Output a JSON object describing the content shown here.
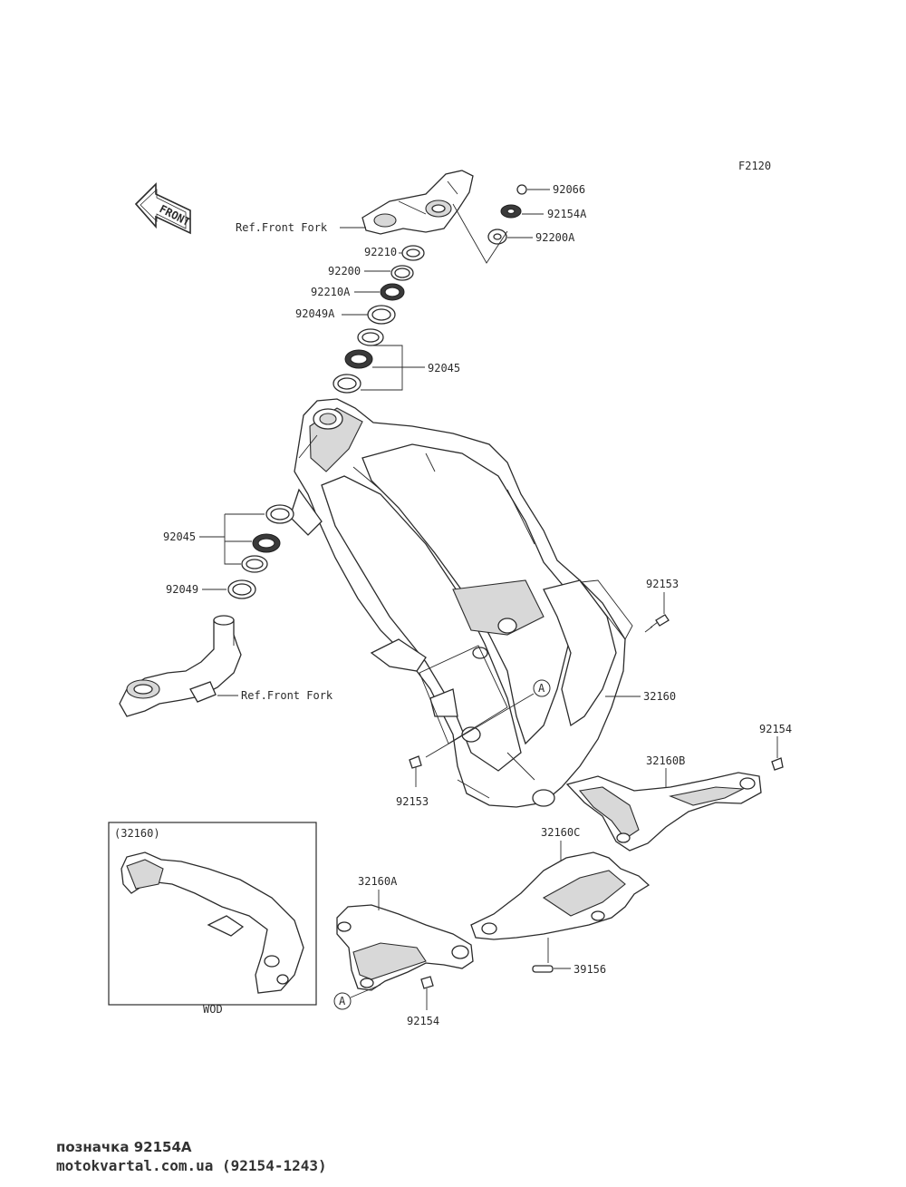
{
  "diagram": {
    "code": "F2120",
    "front_badge": "FRONT",
    "labels": {
      "p92066": "92066",
      "p92154A": "92154A",
      "p92200A": "92200A",
      "ref_top": "Ref.Front Fork",
      "p92210": "92210",
      "p92200": "92200",
      "p92210A": "92210A",
      "p92049A": "92049A",
      "p92045_top": "92045",
      "p92045_bottom": "92045",
      "p92049": "92049",
      "ref_bottom": "Ref.Front Fork",
      "p92153_right": "92153",
      "p32160": "32160",
      "p92153_bottom": "92153",
      "p92154_right": "92154",
      "p32160B": "32160B",
      "p32160C": "32160C",
      "p32160A": "32160A",
      "p39156": "39156",
      "p92154_bottom": "92154",
      "ref_a_frame": "A",
      "ref_a_bracket": "A"
    },
    "inset": {
      "title": "(32160)",
      "caption": "WOD"
    }
  },
  "footer": {
    "line1": "позначка 92154A",
    "line2": "motokvartal.com.ua (92154-1243)"
  },
  "colors": {
    "line": "#2b2b2b",
    "shade": "#d8d8d8",
    "background": "#ffffff"
  }
}
